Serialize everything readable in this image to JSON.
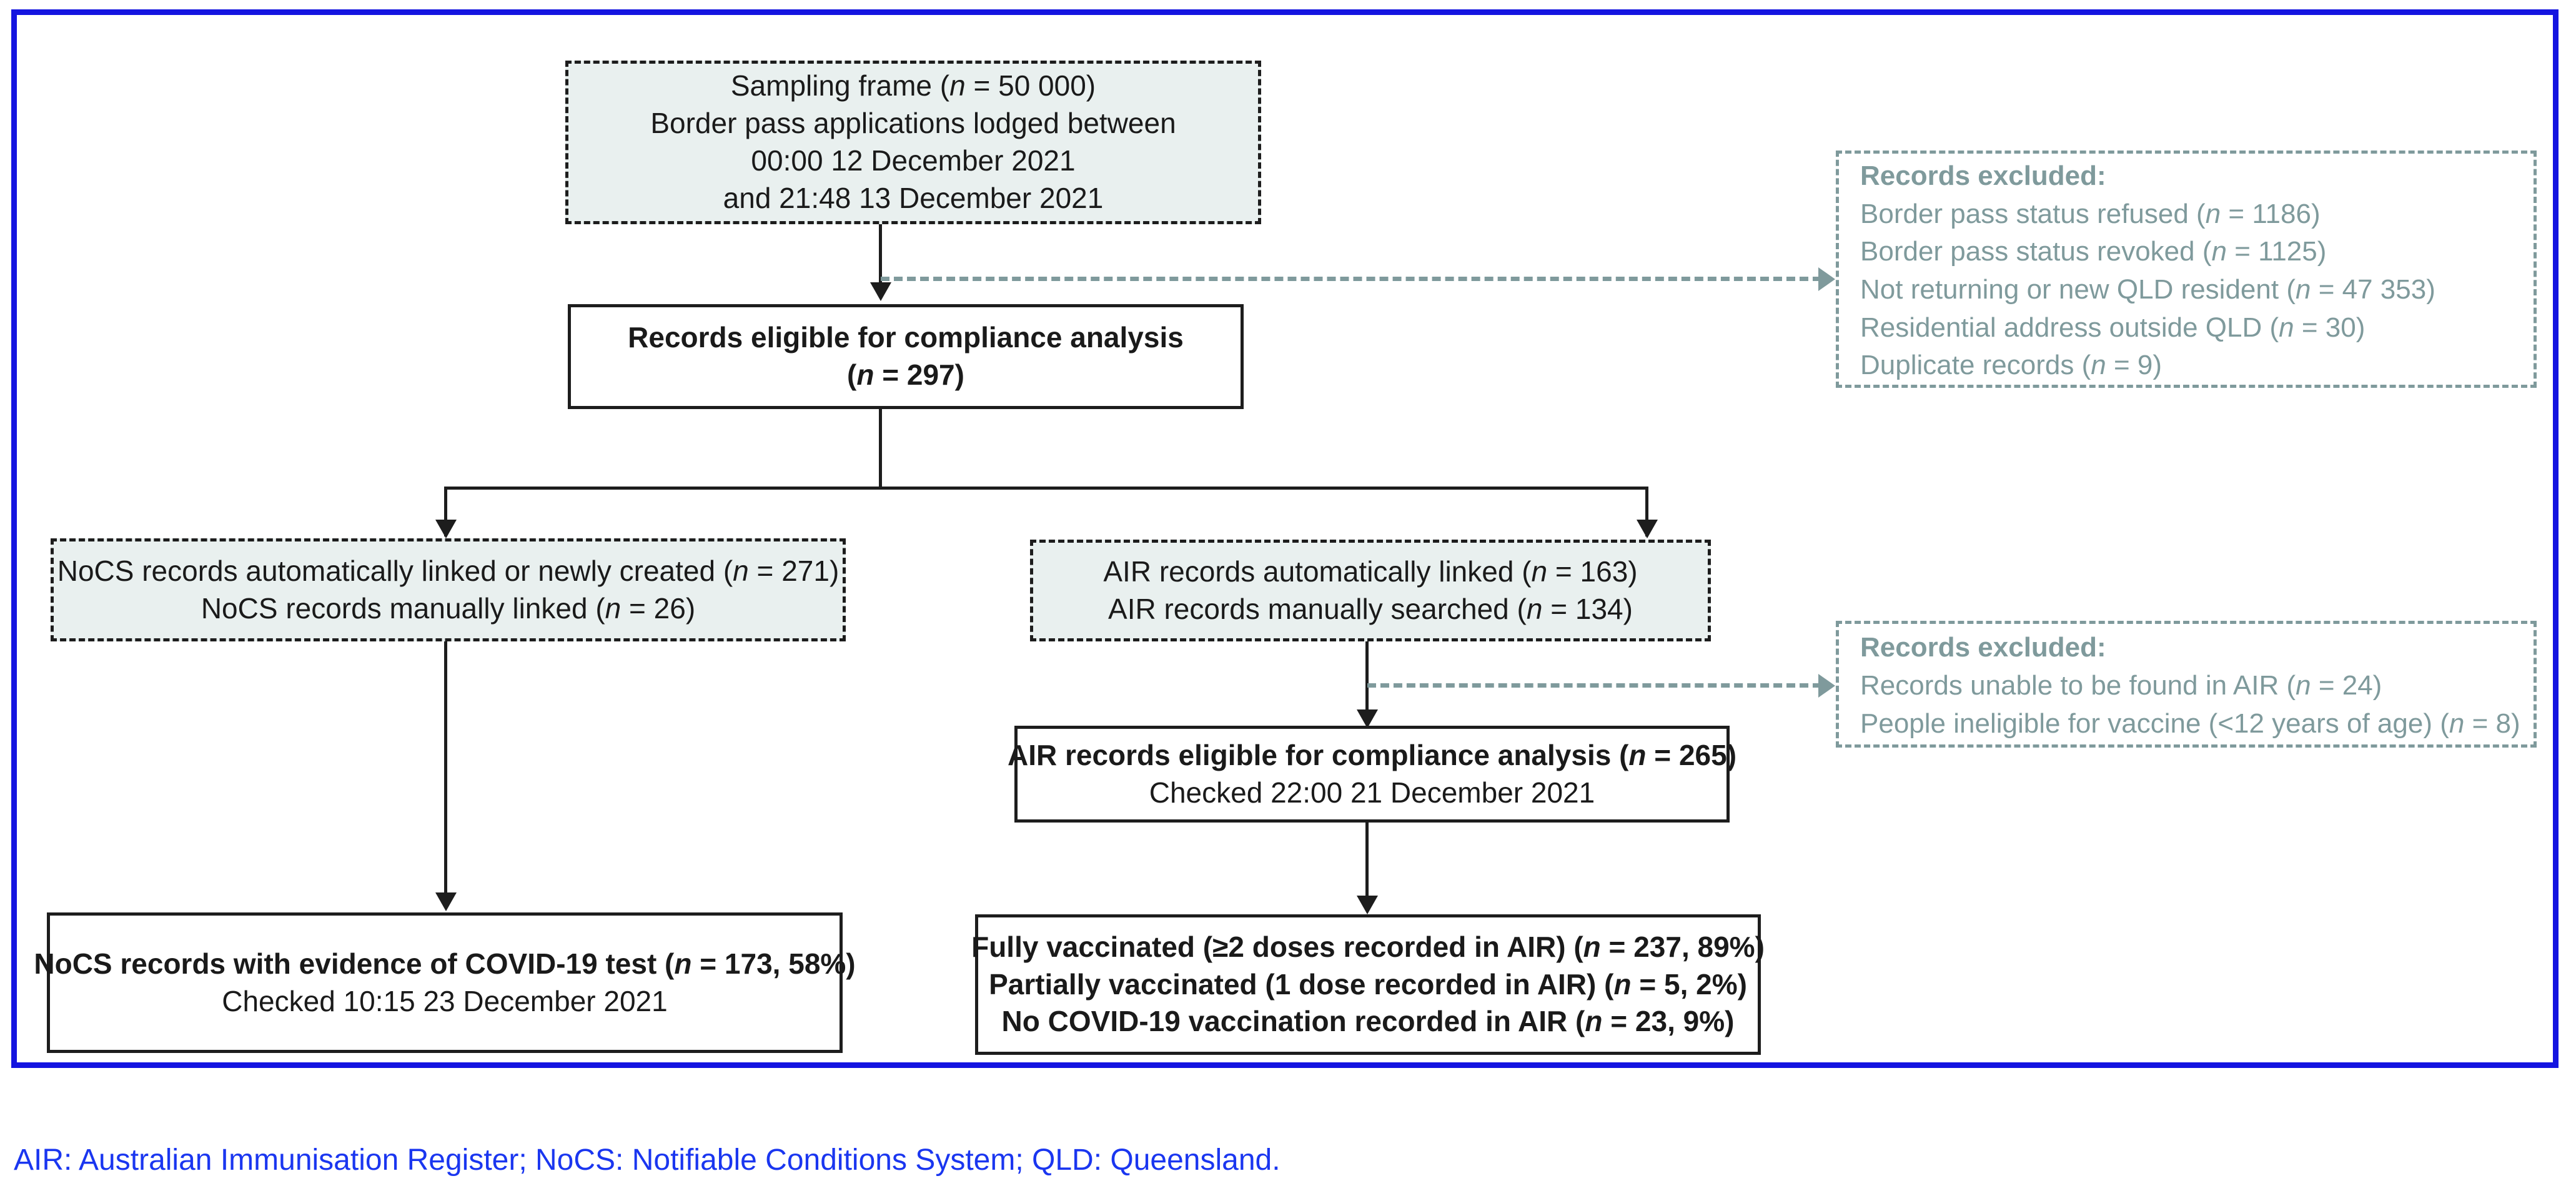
{
  "figure": {
    "type": "flowchart",
    "caption": "AIR: Australian Immunisation Register; NoCS: Notifiable Conditions System; QLD: Queensland.",
    "colors": {
      "frame_border": "#1414e0",
      "box_fill_shaded": "#e9f0ef",
      "excluded_text": "#7f9a9c",
      "caption_text": "#1a36f0",
      "solid_border": "#1d1d1d"
    }
  },
  "nodes": {
    "sampling_frame": {
      "style": "dashed-shaded",
      "lines": [
        "Sampling frame (n = 50 000)",
        "Border pass applications lodged between",
        "00:00 12 December 2021",
        "and 21:48 13 December 2021"
      ]
    },
    "eligible_records": {
      "style": "solid",
      "lines": [
        "Records eligible for compliance analysis",
        "(n = 297)"
      ]
    },
    "excluded_1": {
      "style": "dashed-grey",
      "heading": "Records excluded:",
      "items": [
        "Border pass status refused (n = 1186)",
        "Border pass status revoked (n = 1125)",
        "Not returning or new QLD resident (n = 47 353)",
        "Residential address outside QLD (n = 30)",
        "Duplicate records (n = 9)"
      ]
    },
    "nocs_linked": {
      "style": "dashed-shaded",
      "lines": [
        "NoCS records automatically linked or newly created (n = 271)",
        "NoCS records manually linked (n = 26)"
      ]
    },
    "air_linked": {
      "style": "dashed-shaded",
      "lines": [
        "AIR records automatically linked (n = 163)",
        "AIR records manually searched  (n = 134)"
      ]
    },
    "excluded_2": {
      "style": "dashed-grey",
      "heading": "Records excluded:",
      "items": [
        "Records unable to be found in AIR (n = 24)",
        "People ineligible for vaccine (<12 years of age) (n = 8)"
      ]
    },
    "air_eligible": {
      "style": "solid",
      "lines": [
        "AIR records eligible for compliance analysis (n = 265)",
        "Checked 22:00 21 December 2021"
      ]
    },
    "nocs_outcome": {
      "style": "solid",
      "lines": [
        "NoCS records with evidence of COVID-19 test (n = 173, 58%)",
        "Checked 10:15 23 December 2021"
      ]
    },
    "vaccination_outcome": {
      "style": "solid",
      "lines": [
        "Fully vaccinated (≥2 doses recorded in AIR) (n = 237, 89%)",
        "Partially vaccinated (1 dose recorded in AIR) (n = 5, 2%)",
        "No COVID-19 vaccination recorded in AIR (n = 23, 9%)"
      ]
    }
  }
}
